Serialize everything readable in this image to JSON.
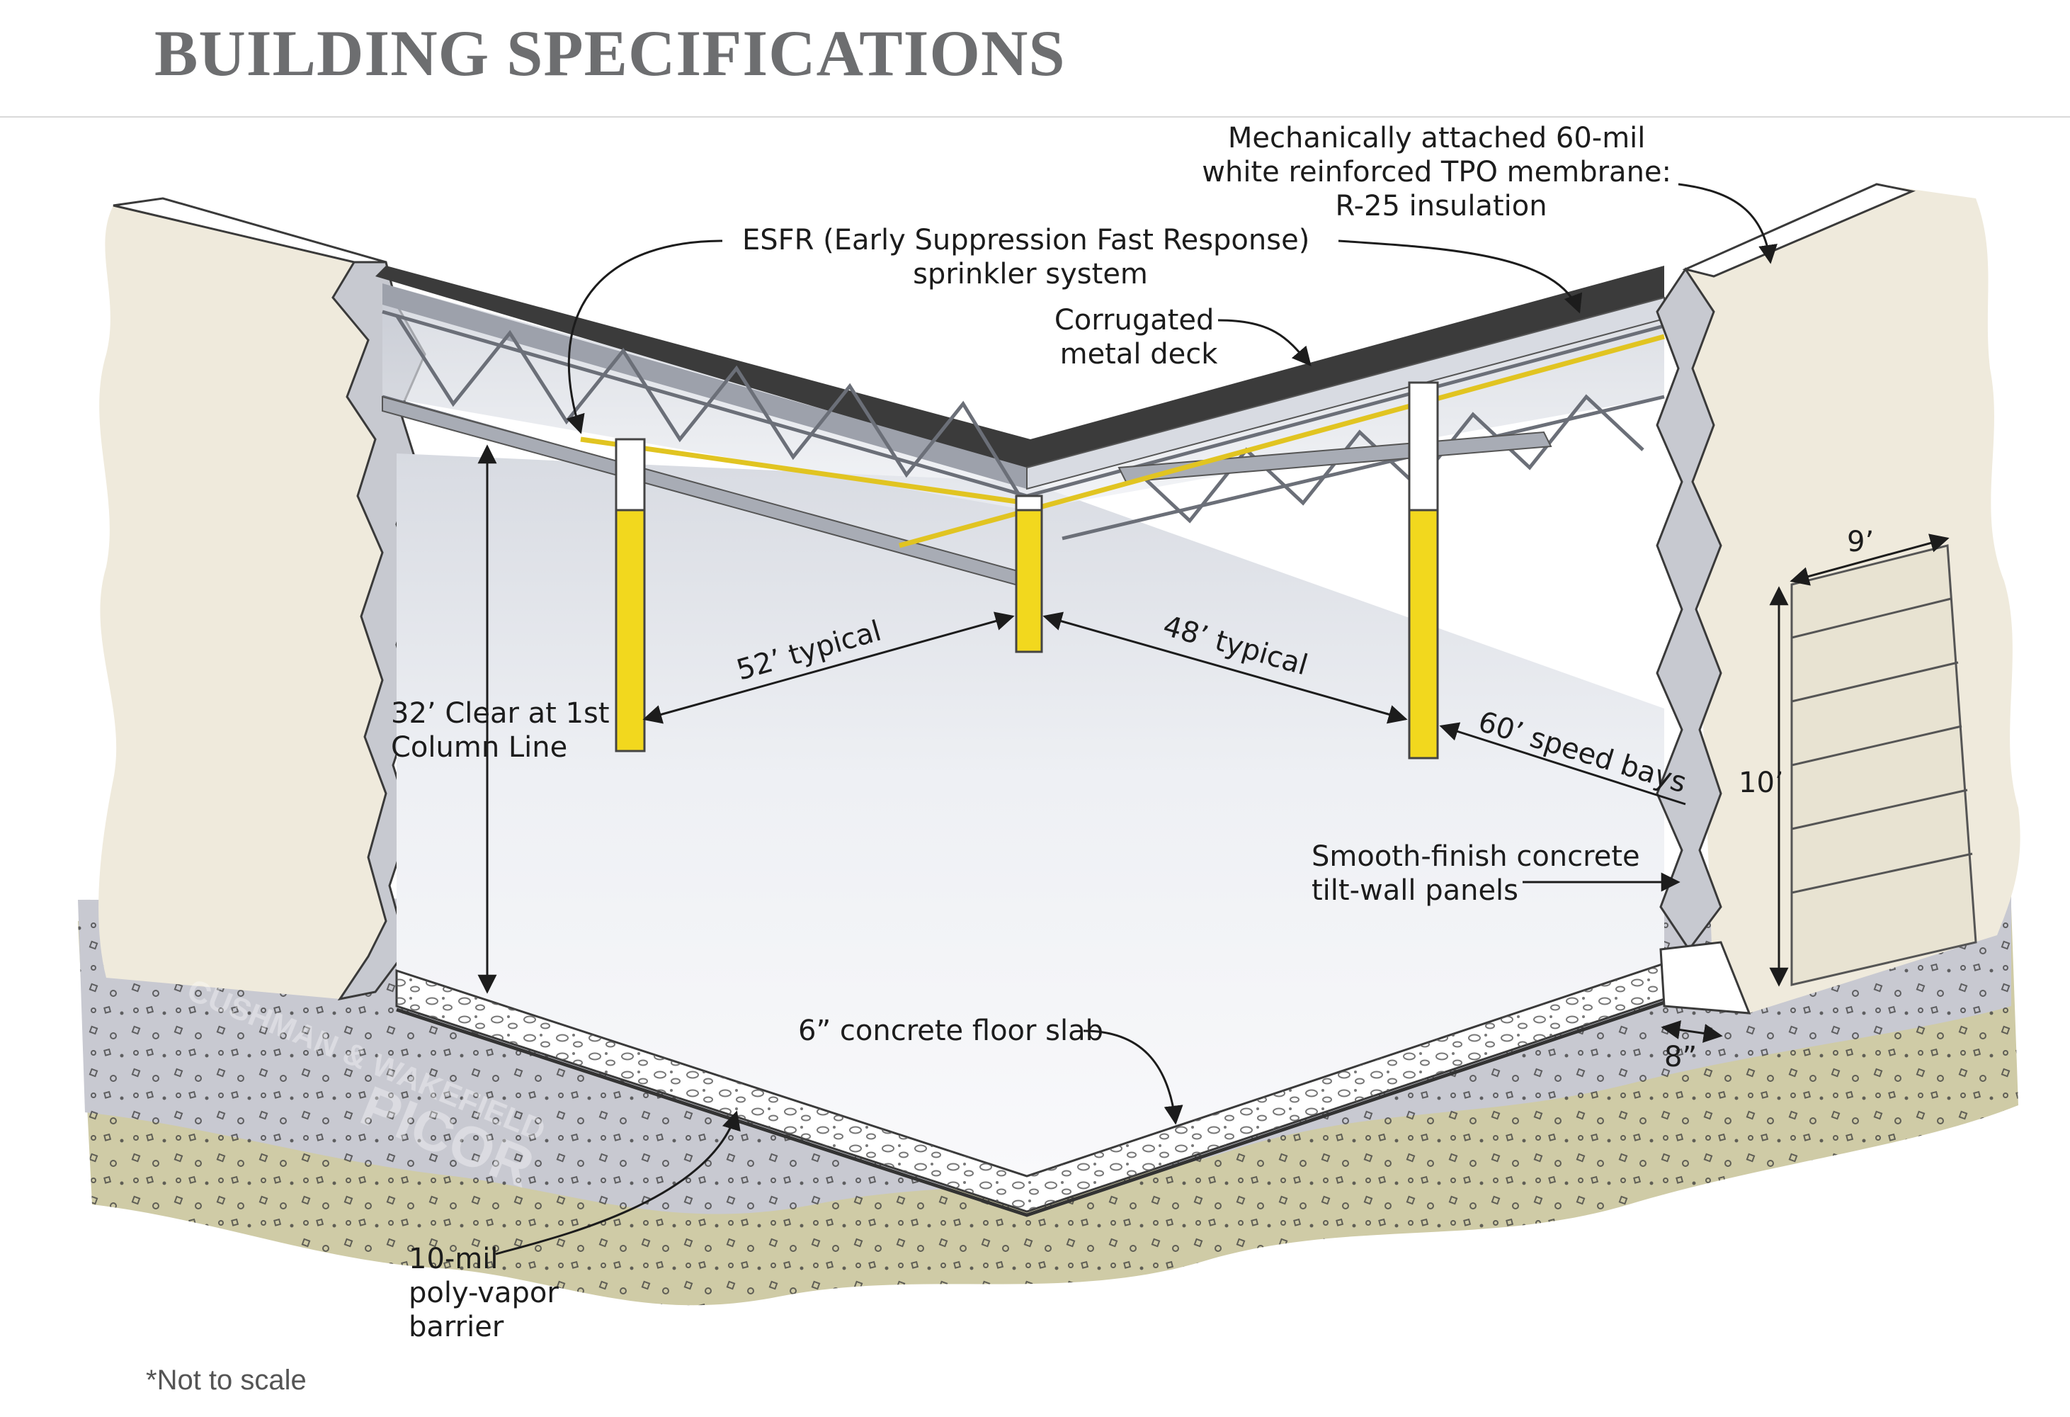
{
  "header": {
    "title": "BUILDING SPECIFICATIONS"
  },
  "labels": {
    "roof_membrane": [
      "Mechanically attached 60-mil",
      "white reinforced TPO membrane:",
      "R-25 insulation"
    ],
    "sprinkler": [
      "ESFR (Early Suppression Fast Response)",
      "sprinkler system"
    ],
    "deck": [
      "Corrugated",
      "metal deck"
    ],
    "clear_height": [
      "32’ Clear at 1st",
      "Column Line"
    ],
    "bay_left": "52’ typical",
    "bay_right": "48’ typical",
    "speed_bays": "60’ speed bays",
    "tilt_wall": [
      "Smooth-finish concrete",
      "tilt-wall panels"
    ],
    "door_width": "9’",
    "door_height": "10’",
    "floor_slab": "6” concrete floor slab",
    "wall_thickness": "8”",
    "vapor_barrier": [
      "10-mil",
      "poly-vapor",
      "barrier"
    ]
  },
  "watermark": {
    "company": "CUSHMAN & WAKEFIELD",
    "brand": "PICOR"
  },
  "footnote": "*Not to scale",
  "colors": {
    "title": "#6d6e70",
    "column_yellow": "#f2d81e",
    "wall": "#efeadc",
    "slab_gray": "#c7c8cf",
    "soil": "#cfcba6",
    "floor": "#f4f5f8"
  }
}
